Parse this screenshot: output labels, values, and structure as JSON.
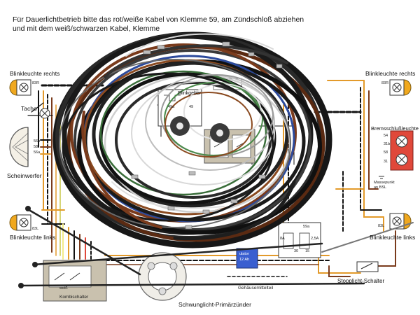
{
  "notes": {
    "line1": "Für Dauerlichtbetrieb bitte das rot/weiße Kabel von Klemme 59, am Zündschloß abziehen",
    "line2": "und mit dem weiß/schwarzen Kabel, Klemme"
  },
  "labels": {
    "blink_rechts_left": "Blinkleuchte rechts",
    "blink_rechts_right": "Blinkleuchte rechts",
    "tacho": "Tacho",
    "scheinwerfer": "Scheinwerfer",
    "blink_links_left": "Blinkleuchte links",
    "blink_links_right": "Blinkleuchte links",
    "blinkgeber": "Blinkgeber",
    "bremsschluss": "Bremsschlußleuchte",
    "massepunkt": "Massepunkt",
    "massepunkt_sub": "an BSL",
    "stopplicht": "Stopplicht-Schalter",
    "gehaeuse": "Gehäusemittelteil",
    "schwunglicht": "Schwunglicht-Primärzünder",
    "kombischalter": "Kombischalter",
    "weiss": "weiß",
    "akku_line1": "ulator",
    "akku_line2": "12 Ah"
  },
  "terminals": {
    "t83r_left": "83R",
    "t83r_right": "83R",
    "t83l_left": "83L",
    "t83l_right": "83L",
    "t56b": "56b",
    "t58": "58",
    "t56a": "56a",
    "t49a": "49a",
    "t49": "49",
    "t54": "54",
    "t31b": "31b",
    "t58r": "58",
    "t31": "31",
    "t59a": "59a",
    "t30": "30",
    "t15": "15",
    "fuse": "2,5A",
    "t8a": "8A"
  },
  "colors": {
    "orange_wire": "#e39a2b",
    "brown_wire": "#7a3b1c",
    "black_wire": "#151515",
    "lamp_amber": "#f0a81e",
    "tail_red": "#e0483a",
    "battery_blue": "#3a5fd0",
    "box_beige": "#c9c1ae"
  },
  "icons": [
    "blinker-lamp-icon",
    "headlight-icon",
    "speedometer-icon",
    "tail-lamp-icon",
    "switch-icon",
    "battery-icon",
    "stator-icon",
    "grommet-icon"
  ]
}
